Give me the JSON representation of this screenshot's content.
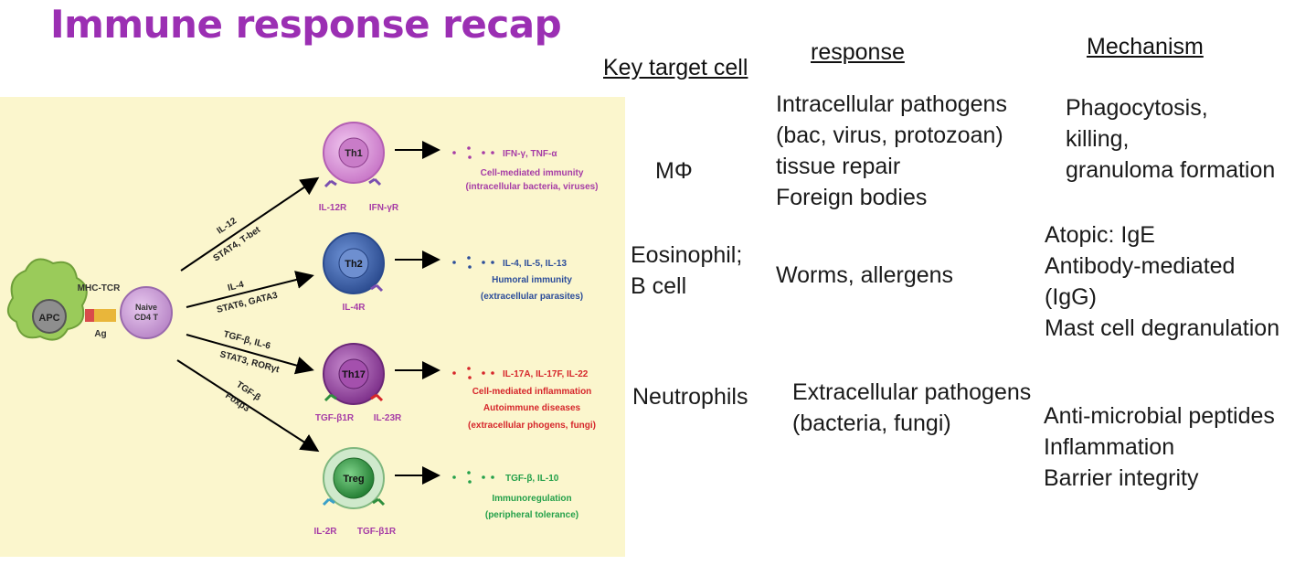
{
  "slide": {
    "title": "Immune response recap"
  },
  "headers": {
    "target": "Key target cell",
    "response": "response",
    "mechanism": "Mechanism"
  },
  "diagram": {
    "apc": "APC",
    "mhc_tcr": "MHC-TCR",
    "ag": "Ag",
    "naive": [
      "Naive",
      "CD4 T"
    ],
    "pathways": [
      {
        "cell": "Th1",
        "signals": [
          "IL-12",
          "STAT4, T-bet"
        ],
        "cytokines": "IFN-γ, TNF-α",
        "effect": [
          "Cell-mediated immunity",
          "(intracellular bacteria, viruses)"
        ],
        "receptors": [
          "IL-12R",
          "IFN-γR"
        ],
        "color": "#cf86cf",
        "text_color": "#a63ca6"
      },
      {
        "cell": "Th2",
        "signals": [
          "IL-4",
          "STAT6, GATA3"
        ],
        "cytokines": "IL-4, IL-5, IL-13",
        "effect": [
          "Humoral immunity",
          "(extracellular parasites)"
        ],
        "receptors": [
          "IL-4R"
        ],
        "color": "#3d5fa8",
        "text_color": "#2c4d9a"
      },
      {
        "cell": "Th17",
        "signals": [
          "TGF-β, IL-6",
          "STAT3, RORγt"
        ],
        "cytokines": "IL-17A, IL-17F, IL-22",
        "effect": [
          "Cell-mediated inflammation",
          "Autoimmune diseases",
          "(extracellular phogens, fungi)"
        ],
        "receptors": [
          "TGF-β1R",
          "IL-23R"
        ],
        "color": "#9a3fa0",
        "text_color": "#d6262b"
      },
      {
        "cell": "Treg",
        "signals": [
          "TGF-β",
          "Foxp3"
        ],
        "cytokines": "TGF-β, IL-10",
        "effect": [
          "Immunoregulation",
          "(peripheral tolerance)"
        ],
        "receptors": [
          "IL-2R",
          "TGF-β1R"
        ],
        "color": "#2f8f3e",
        "text_color": "#24a04a"
      }
    ]
  },
  "rows": [
    {
      "target": [
        "MΦ"
      ],
      "response": [
        "Intracellular pathogens",
        "(bac, virus, protozoan)",
        "tissue repair",
        "Foreign bodies"
      ],
      "mechanism": [
        "Phagocytosis,",
        "killing,",
        "granuloma formation"
      ]
    },
    {
      "target": [
        "Eosinophil;",
        "B cell"
      ],
      "response": [
        "Worms, allergens"
      ],
      "mechanism": [
        "Atopic: IgE",
        "Antibody-mediated",
        "(IgG)",
        "Mast cell degranulation"
      ]
    },
    {
      "target": [
        "Neutrophils"
      ],
      "response": [
        "Extracellular pathogens",
        "(bacteria, fungi)"
      ],
      "mechanism": [
        "Anti-microbial peptides",
        "Inflammation",
        "Barrier integrity"
      ]
    }
  ],
  "colors": {
    "title": "#9b2fb3",
    "panel": "#fbf6cd",
    "apc": "#9acb5a"
  }
}
